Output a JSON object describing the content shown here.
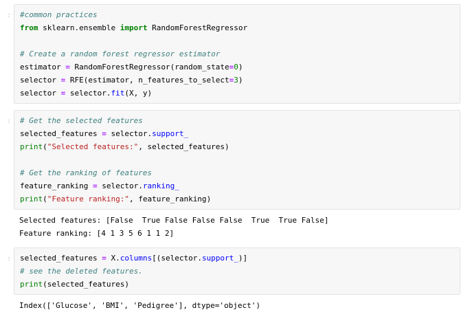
{
  "notebook": {
    "prompt_marker": ":",
    "colors": {
      "cell_background": "#f7f7f7",
      "cell_border": "#e3e3e3",
      "page_background": "#ffffff",
      "comment": "#408080",
      "keyword": "#008000",
      "string": "#BA2121",
      "operator": "#AA22FF",
      "number": "#008000",
      "builtin": "#008000",
      "attribute": "#0000FF",
      "text": "#000000",
      "prompt": "#c7c7c7"
    },
    "cells": [
      {
        "id": "cell-1",
        "prompt": ":",
        "lines": [
          "#common practices",
          "from sklearn.ensemble import RandomForestRegressor",
          "",
          "# Create a random forest regressor estimator",
          "estimator = RandomForestRegressor(random_state=0)",
          "selector = RFE(estimator, n_features_to_select=3)",
          "selector = selector.fit(X, y)"
        ],
        "outputs": []
      },
      {
        "id": "cell-2",
        "prompt": ":",
        "lines": [
          "# Get the selected features",
          "selected_features = selector.support_",
          "print(\"Selected features:\", selected_features)",
          "",
          "# Get the ranking of features",
          "feature_ranking = selector.ranking_",
          "print(\"Feature ranking:\", feature_ranking)"
        ],
        "outputs": [
          "Selected features: [False  True False False False  True  True False]",
          "Feature ranking: [4 1 3 5 6 1 1 2]"
        ]
      },
      {
        "id": "cell-3",
        "prompt": ":",
        "lines": [
          "selected_features = X.columns[(selector.support_)]",
          "# see the deleted features.",
          "print(selected_features)"
        ],
        "outputs": [
          "Index(['Glucose', 'BMI', 'Pedigree'], dtype='object')"
        ]
      }
    ]
  }
}
